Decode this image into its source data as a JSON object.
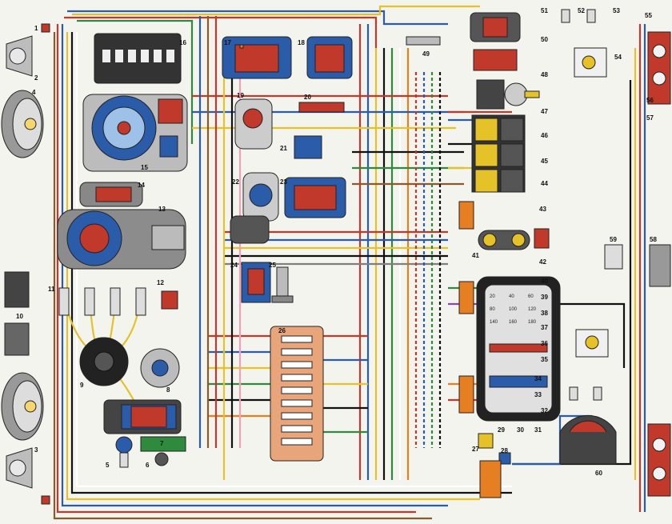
{
  "diagram": {
    "component_numbers": [
      "1",
      "2",
      "3",
      "4",
      "5",
      "6",
      "7",
      "8",
      "9",
      "10",
      "11",
      "12",
      "13",
      "14",
      "15",
      "16",
      "17",
      "18",
      "19",
      "20",
      "21",
      "22",
      "23",
      "24",
      "25",
      "26",
      "27",
      "28",
      "29",
      "30",
      "31",
      "32",
      "33",
      "34",
      "35",
      "36",
      "37",
      "38",
      "39",
      "40",
      "41",
      "42",
      "43",
      "44",
      "45",
      "46",
      "47",
      "48",
      "49",
      "50",
      "51",
      "52",
      "53",
      "54",
      "55",
      "56",
      "57",
      "58",
      "59",
      "60"
    ],
    "wire_colors": [
      "#c0392b",
      "#2a5caa",
      "#2e8b3e",
      "#e6c229",
      "#111111",
      "#ffffff",
      "#8b5a2b",
      "#e67e22",
      "#7f7f7f",
      "#8e44ad",
      "#f2a2b8"
    ],
    "instrument_cluster": {
      "speedometer_ticks": [
        "20",
        "40",
        "60",
        "80",
        "100",
        "120",
        "140",
        "160",
        "180"
      ]
    }
  }
}
